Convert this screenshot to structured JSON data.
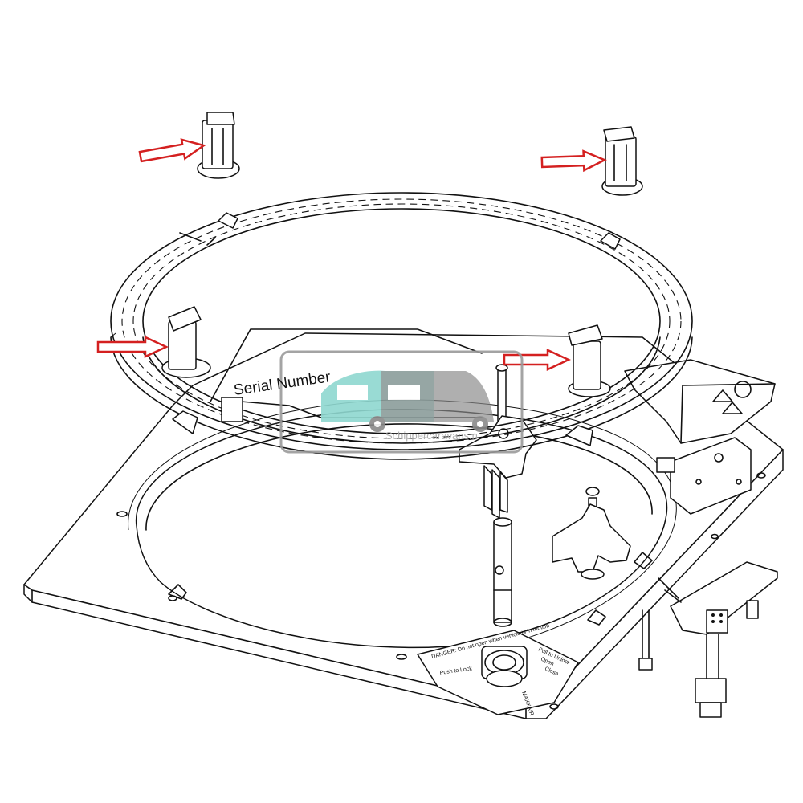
{
  "diagram": {
    "serial_label": "Serial Number",
    "watermark_text": "Schippercaravans.n",
    "danger_label": "DANGER: Do not open when vehicle is in motion",
    "push_lock_label": "Push to Lock",
    "pull_unlock_label": "Pull to Unlock",
    "open_label": "Open",
    "close_label": "Close",
    "brand_label": "MAXXAIR"
  },
  "colors": {
    "arrow": "#d42020",
    "watermark_teal": "#8fd8d0",
    "watermark_gray": "#8a8a8a",
    "line": "#111111"
  }
}
